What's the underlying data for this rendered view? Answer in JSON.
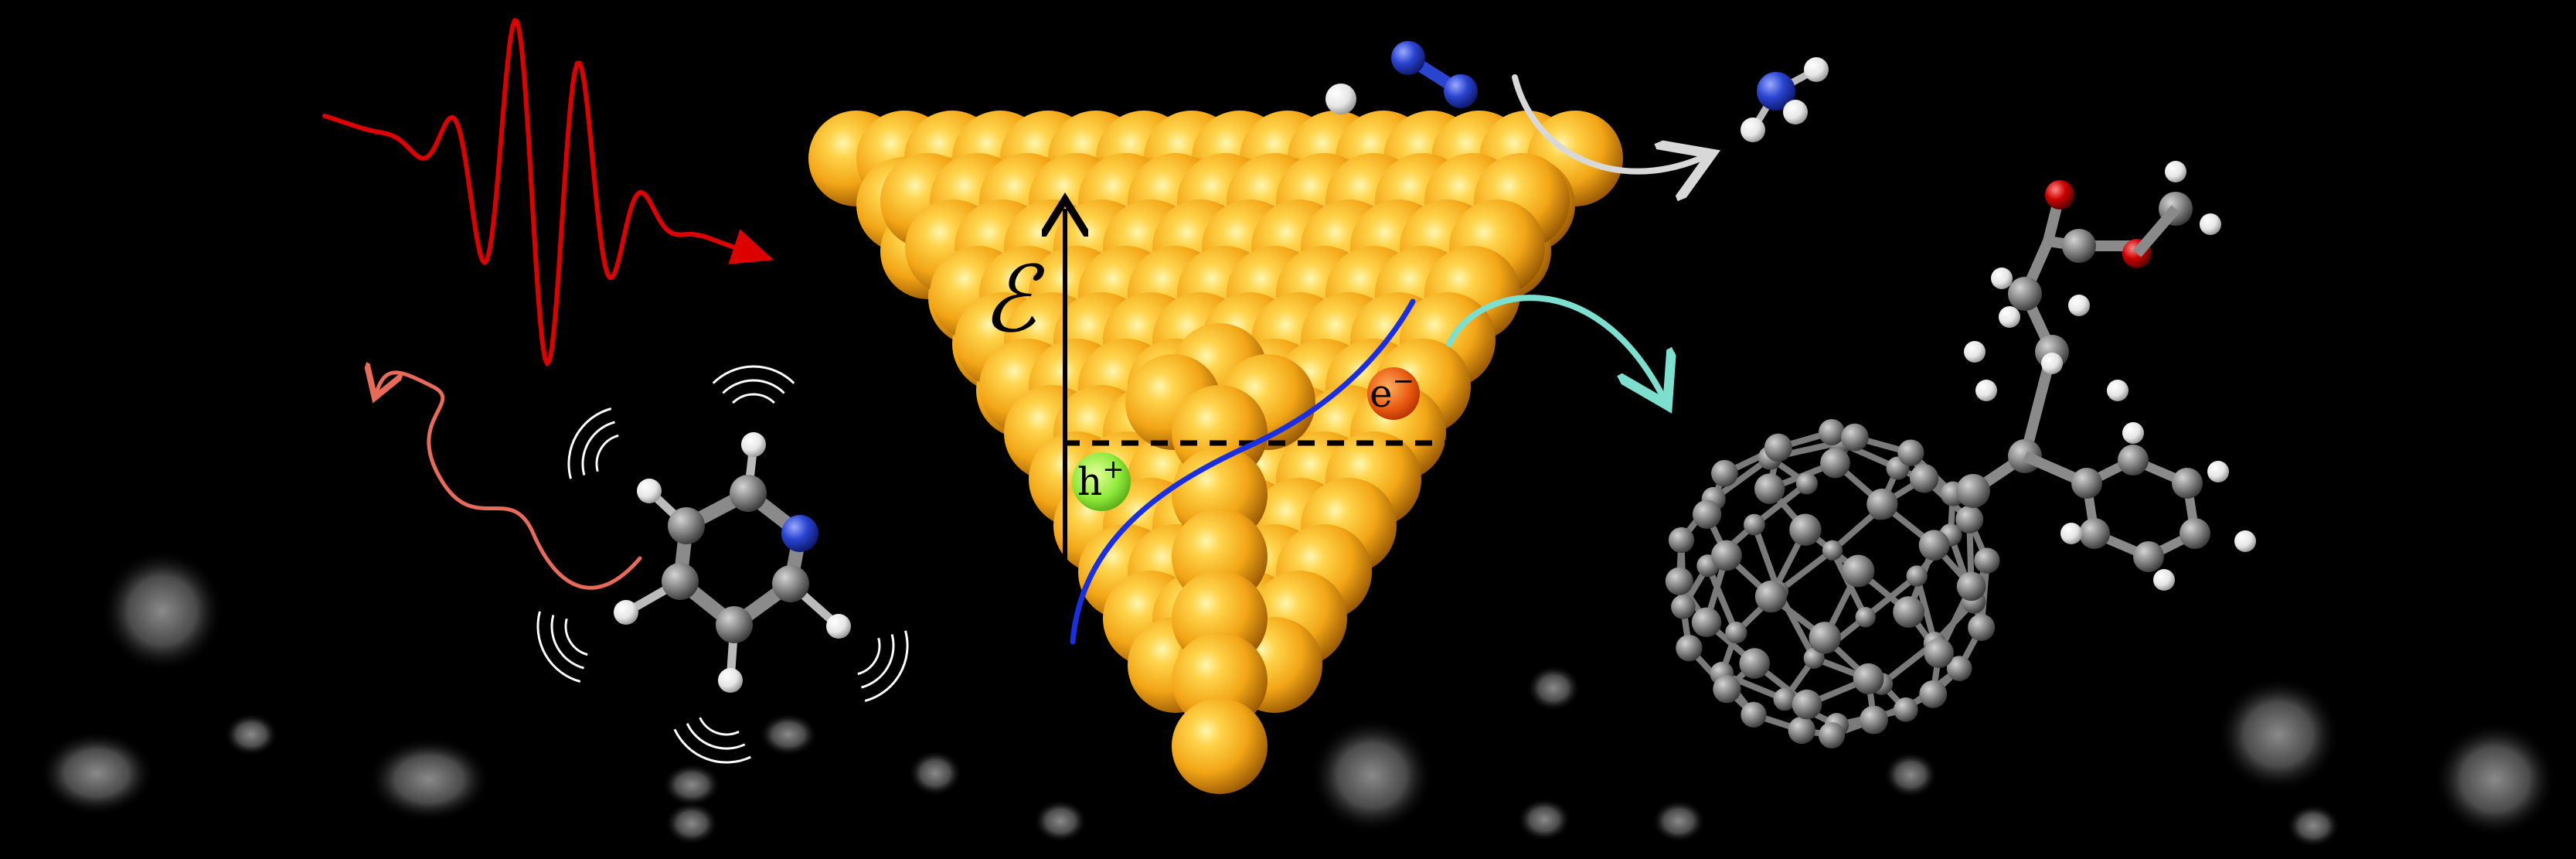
{
  "labels": {
    "energy_symbol": "ℰ",
    "electron": "e",
    "electron_sup": "−",
    "hole": "h",
    "hole_sup": "+"
  },
  "colors": {
    "background": "#000000",
    "gold": "#f2a516",
    "laser_pulse": "#dd0000",
    "emission_wave": "#e86a58",
    "band_curve": "#1a2fe0",
    "electron": "#e85a10",
    "hole": "#8de83a",
    "carbon": "#8a8a8a",
    "hydrogen": "#ffffff",
    "nitrogen": "#2a44d0",
    "oxygen": "#cc0000",
    "transfer_arrow_white": "#d8d8d8",
    "transfer_arrow_teal": "#7de0cf"
  },
  "icons": [
    "laser-pulse-icon",
    "raman-emission-icon",
    "gold-nanotip",
    "pyridine-molecule",
    "n2-molecule",
    "ammonia-molecule",
    "pcbm-fullerene-molecule"
  ]
}
